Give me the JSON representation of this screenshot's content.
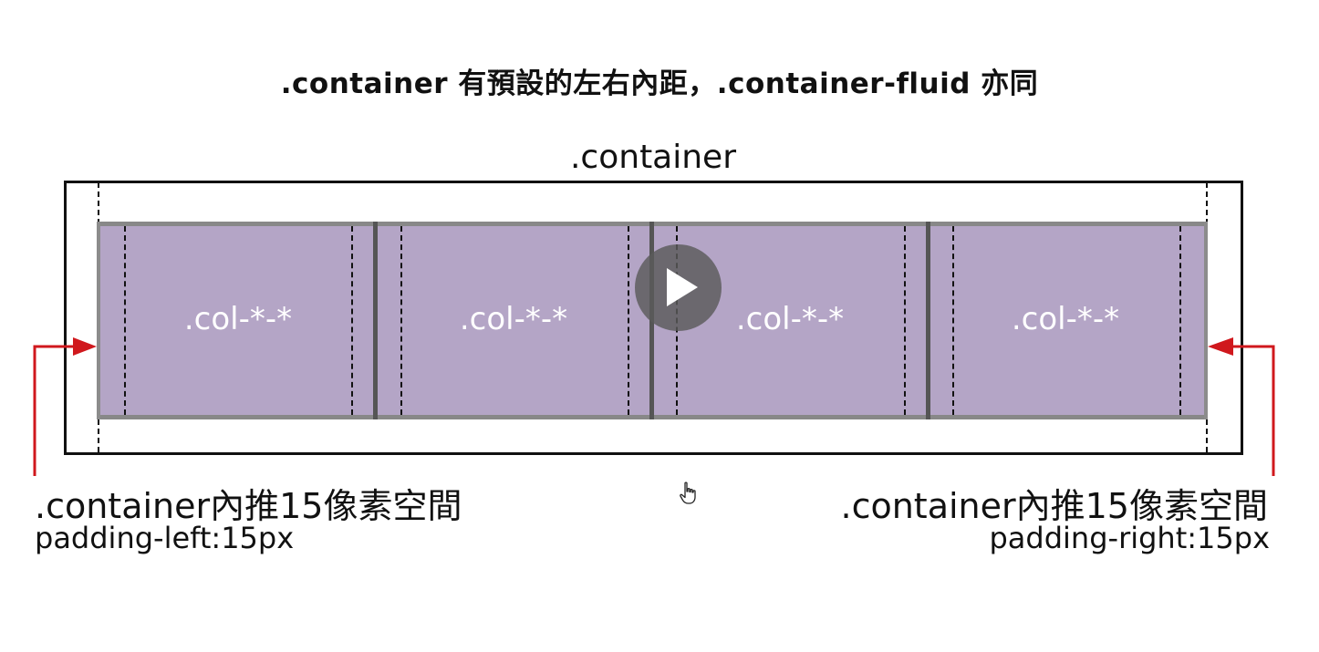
{
  "heading": ".container 有預設的左右內距，.container-fluid 亦同",
  "container_label": ".container",
  "columns": [
    {
      "label": ".col-*-*"
    },
    {
      "label": ".col-*-*"
    },
    {
      "label": ".col-*-*"
    },
    {
      "label": ".col-*-*"
    }
  ],
  "left_note": {
    "title": ".container內推15像素空間",
    "property": "padding-left:15px"
  },
  "right_note": {
    "title": ".container內推15像素空間",
    "property": "padding-right:15px"
  },
  "colors": {
    "column_fill": "#b4a5c6",
    "arrow": "#d0181d",
    "divider": "#555555"
  },
  "icons": {
    "play": "play-icon",
    "cursor": "hand-cursor-icon"
  }
}
